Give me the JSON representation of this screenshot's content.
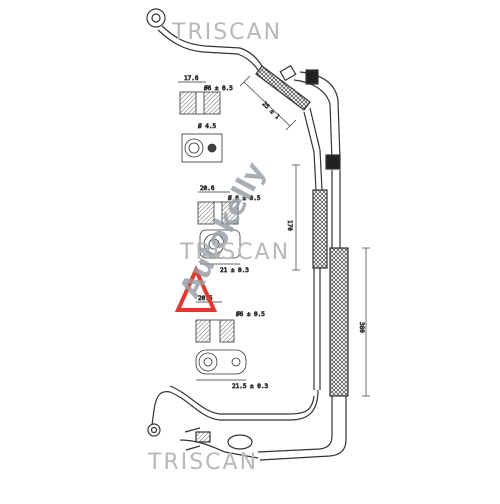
{
  "watermark": {
    "brand": "TRISCAN",
    "brand_mid": "TRISCAN",
    "brand_bottom": "TRISCAN",
    "autokelly": "Autokelly",
    "brand_color": "#c0c0c0",
    "autokelly_red": "#e03a2f"
  },
  "dimensions": {
    "d1_top": "17.6",
    "d1_bore": "Ø6 ± 0.5",
    "d2_hex": "Ø 4.5",
    "d3_top": "20.6",
    "d3_bore": "Ø 6 ± 0.5",
    "d4_width": "21 ± 0.3",
    "d5_top": "20.5",
    "d5_bore": "Ø6 ± 0.5",
    "d6_width": "21.5 ± 0.3",
    "hose_top_len": "25 ± 1",
    "hose_mid_len": "170",
    "hose_low_len": "380"
  },
  "colors": {
    "line": "#333333",
    "hatch": "#555555"
  }
}
